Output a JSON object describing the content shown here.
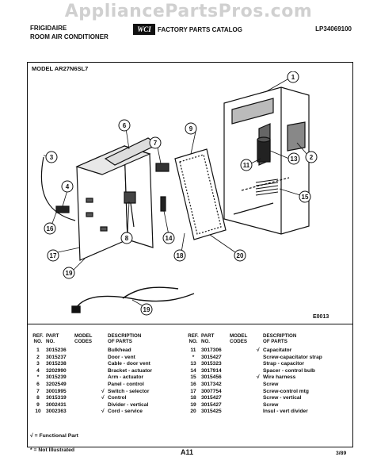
{
  "watermark": "AppliancePartsPros.com",
  "header": {
    "brand": "FRIGIDAIRE",
    "product": "ROOM AIR CONDITIONER",
    "logo": "WCI",
    "catalog": "FACTORY PARTS CATALOG",
    "catalog_no": "LP34069100"
  },
  "model": "MODEL AR27N6SL7",
  "diagram": {
    "code": "E0013",
    "callouts": [
      "1",
      "2",
      "3",
      "4",
      "6",
      "7",
      "8",
      "9",
      "11",
      "13",
      "14",
      "15",
      "16",
      "17",
      "18",
      "19",
      "20"
    ]
  },
  "table_headers": {
    "ref": "REF.\nNO.",
    "part": "PART\nNO.",
    "codes": "MODEL\nCODES",
    "desc": "DESCRIPTION\nOF PARTS"
  },
  "parts_left": [
    {
      "ref": "1",
      "part": "3015236",
      "chk": "",
      "desc": "Bulkhead"
    },
    {
      "ref": "2",
      "part": "3015237",
      "chk": "",
      "desc": "Door - vent"
    },
    {
      "ref": "3",
      "part": "3015238",
      "chk": "",
      "desc": "Cable - door vent"
    },
    {
      "ref": "4",
      "part": "3202990",
      "chk": "",
      "desc": "Bracket - actuator"
    },
    {
      "ref": "*",
      "part": "3015239",
      "chk": "",
      "desc": "Arm - actuator"
    },
    {
      "ref": "6",
      "part": "3202549",
      "chk": "",
      "desc": "Panel - control"
    },
    {
      "ref": "7",
      "part": "3001995",
      "chk": "√",
      "desc": "Switch - selector"
    },
    {
      "ref": "8",
      "part": "3015319",
      "chk": "√",
      "desc": "Control"
    },
    {
      "ref": "9",
      "part": "3002431",
      "chk": "",
      "desc": "Divider - vertical"
    },
    {
      "ref": "10",
      "part": "3002363",
      "chk": "√",
      "desc": "Cord - service"
    }
  ],
  "parts_right": [
    {
      "ref": "11",
      "part": "3017306",
      "chk": "√",
      "desc": "Capacitator"
    },
    {
      "ref": "*",
      "part": "3015427",
      "chk": "",
      "desc": "Screw-capacitator strap"
    },
    {
      "ref": "13",
      "part": "3015323",
      "chk": "",
      "desc": "Strap - capacitor"
    },
    {
      "ref": "14",
      "part": "3017914",
      "chk": "",
      "desc": "Spacer - control bulb"
    },
    {
      "ref": "15",
      "part": "3015456",
      "chk": "√",
      "desc": "Wire harness"
    },
    {
      "ref": "16",
      "part": "3017342",
      "chk": "",
      "desc": "Screw"
    },
    {
      "ref": "17",
      "part": "3007754",
      "chk": "",
      "desc": "Screw-control mtg"
    },
    {
      "ref": "18",
      "part": "3015427",
      "chk": "",
      "desc": "Screw - vertical"
    },
    {
      "ref": "19",
      "part": "3015427",
      "chk": "",
      "desc": "Screw"
    },
    {
      "ref": "20",
      "part": "3015425",
      "chk": "",
      "desc": "Insul - vert divider"
    }
  ],
  "notes": {
    "functional": "√ = Functional Part",
    "not_illustrated": "* = Not Illustrated"
  },
  "footer": {
    "page": "A11",
    "date": "3/89"
  }
}
